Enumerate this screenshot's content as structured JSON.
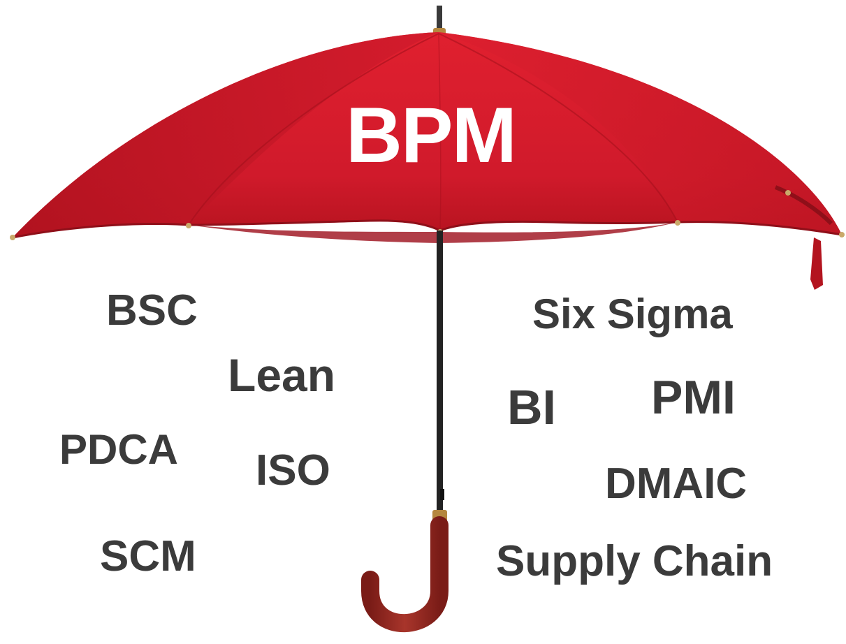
{
  "umbrella": {
    "title": "BPM",
    "canopy_color": "#d4182c",
    "handle_color": "#9b2a22"
  },
  "terms": {
    "bsc": "BSC",
    "lean": "Lean",
    "pdca": "PDCA",
    "iso": "ISO",
    "scm": "SCM",
    "six_sigma": "Six Sigma",
    "bi": "BI",
    "pmi": "PMI",
    "dmaic": "DMAIC",
    "supply_chain": "Supply Chain"
  },
  "text_color": "#3b3b3b"
}
